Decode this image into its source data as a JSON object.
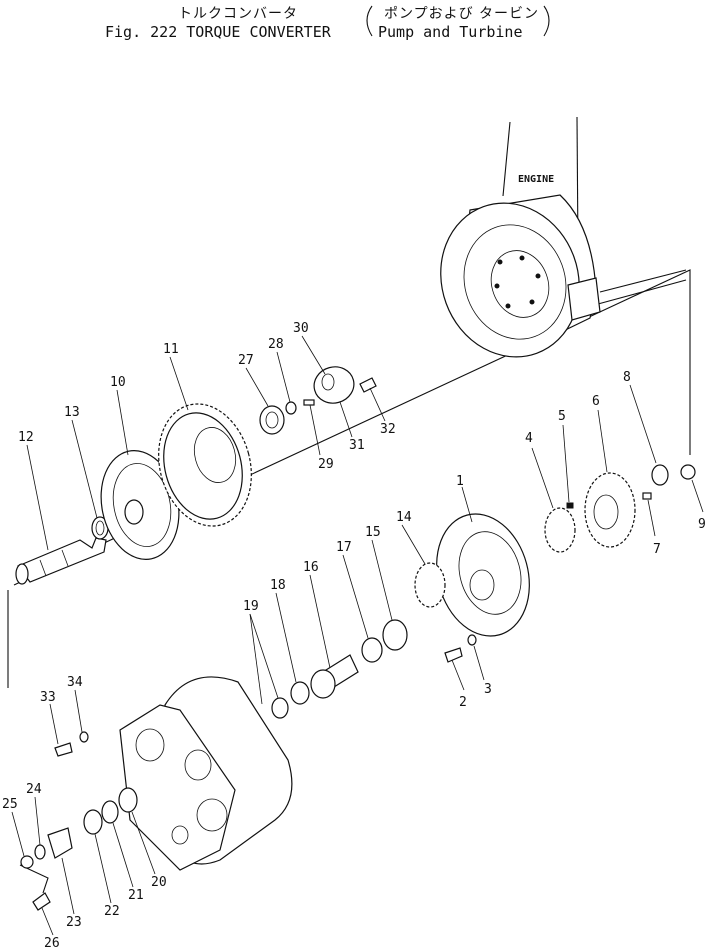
{
  "header": {
    "title_jp": "トルクコンバータ",
    "subtitle_jp": "ポンプおよび タービン",
    "title_en": "Fig. 222 TORQUE CONVERTER",
    "subtitle_en": "Pump and Turbine"
  },
  "engine_label": "ENGINE",
  "callouts": [
    {
      "num": "1"
    },
    {
      "num": "2"
    },
    {
      "num": "3"
    },
    {
      "num": "4"
    },
    {
      "num": "5"
    },
    {
      "num": "6"
    },
    {
      "num": "7"
    },
    {
      "num": "8"
    },
    {
      "num": "9"
    },
    {
      "num": "10"
    },
    {
      "num": "11"
    },
    {
      "num": "12"
    },
    {
      "num": "13"
    },
    {
      "num": "14"
    },
    {
      "num": "15"
    },
    {
      "num": "16"
    },
    {
      "num": "17"
    },
    {
      "num": "18"
    },
    {
      "num": "19"
    },
    {
      "num": "20"
    },
    {
      "num": "21"
    },
    {
      "num": "22"
    },
    {
      "num": "23"
    },
    {
      "num": "24"
    },
    {
      "num": "25"
    },
    {
      "num": "26"
    },
    {
      "num": "27"
    },
    {
      "num": "28"
    },
    {
      "num": "29"
    },
    {
      "num": "30"
    },
    {
      "num": "31"
    },
    {
      "num": "32"
    },
    {
      "num": "33"
    },
    {
      "num": "34"
    }
  ]
}
